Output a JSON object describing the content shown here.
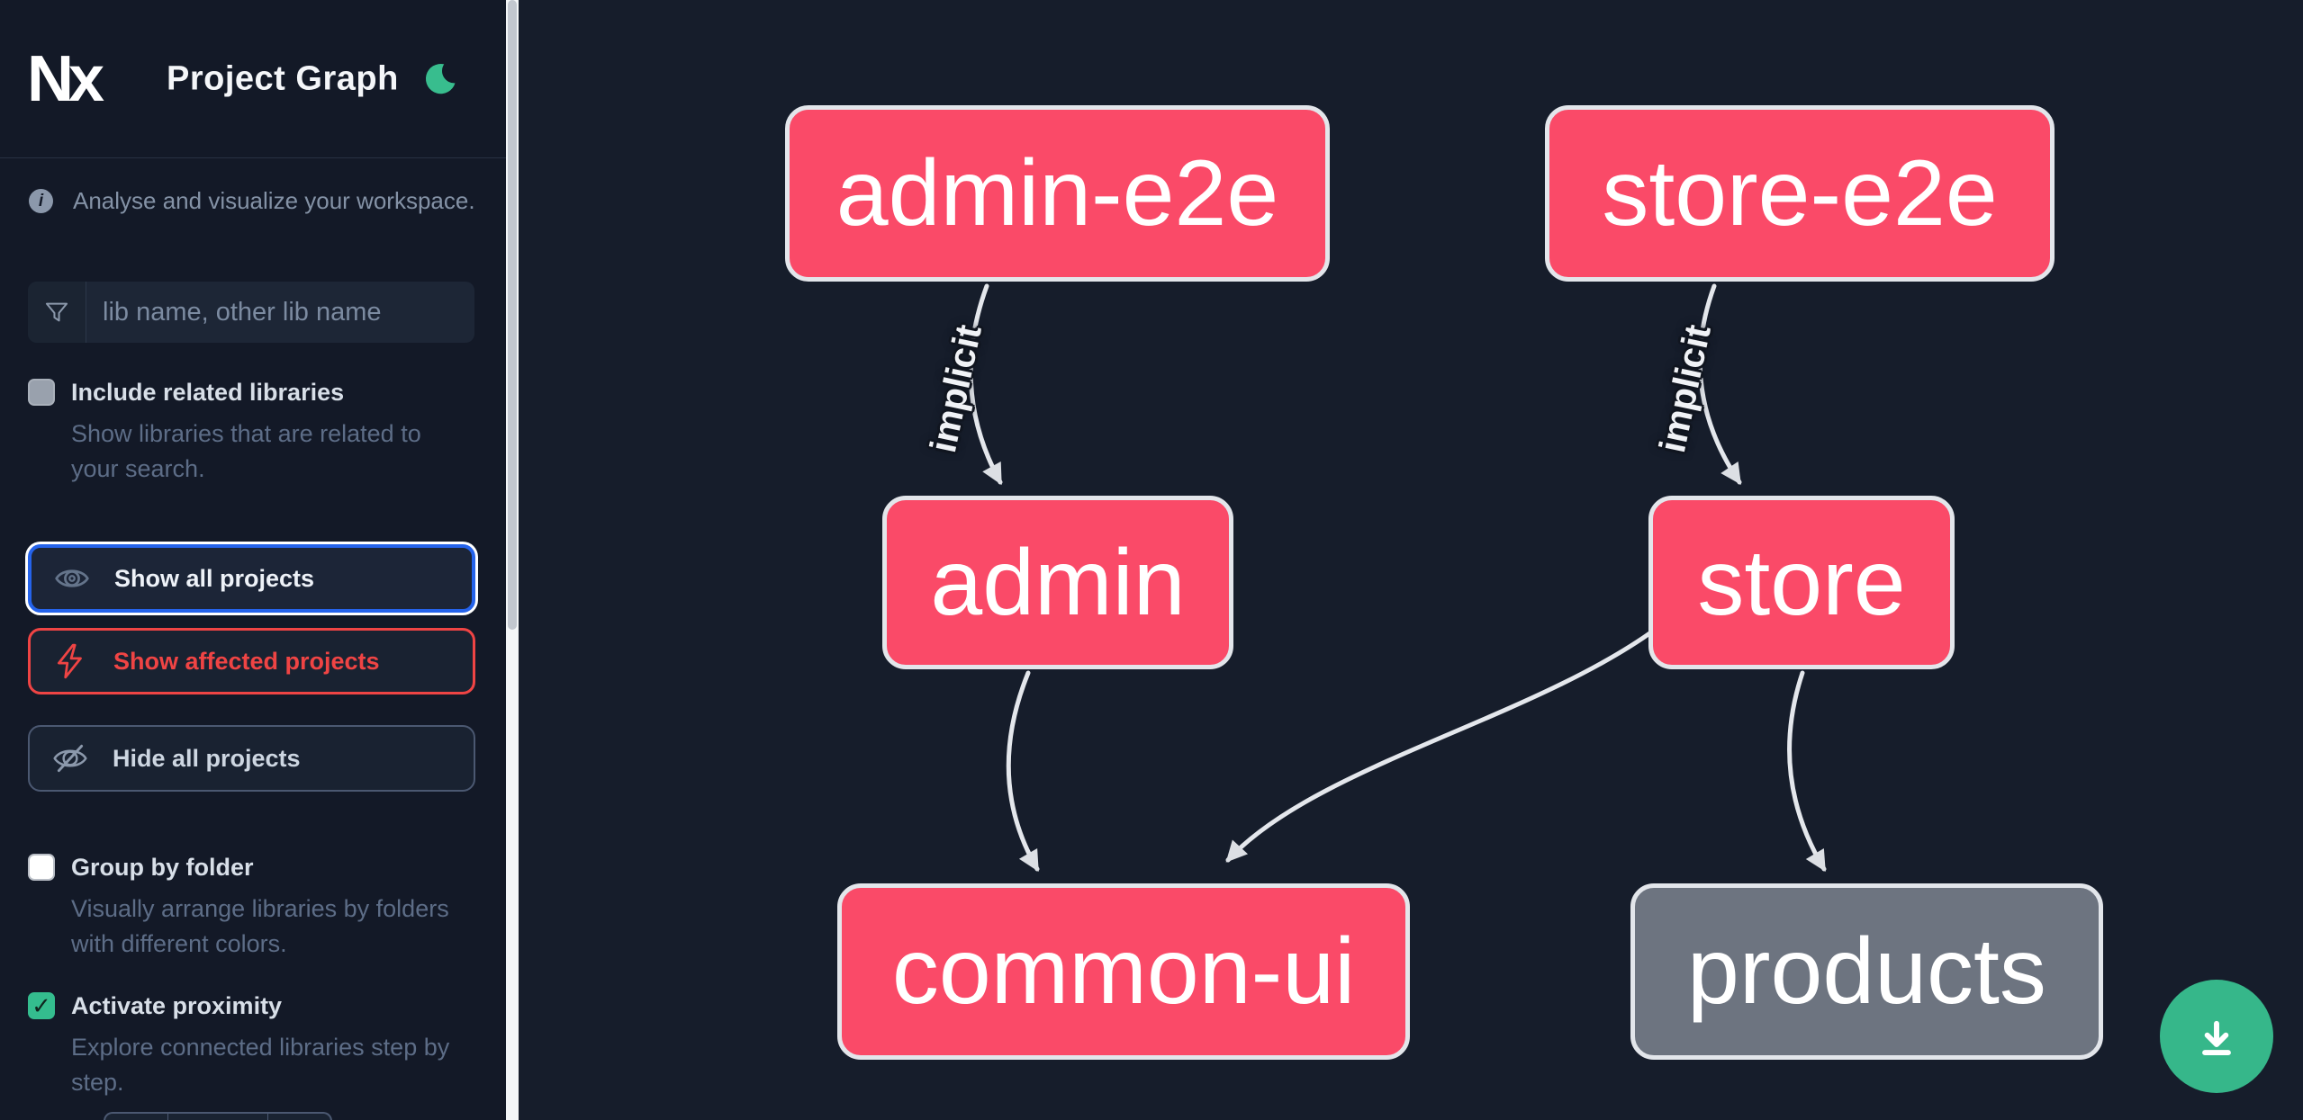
{
  "app": {
    "logo_text": "Nx",
    "title": "Project Graph",
    "theme_toggle_icon": "moon-icon"
  },
  "sidebar": {
    "info": {
      "icon": "info-icon",
      "text": "Analyse and visualize your workspace."
    },
    "filter_input": {
      "icon": "filter-icon",
      "placeholder": "lib name, other lib name",
      "value": ""
    },
    "options": [
      {
        "label": "Include related libraries",
        "description": "Show libraries that are related to your search.",
        "checked": false
      },
      {
        "label": "Group by folder",
        "description": "Visually arrange libraries by folders with different colors.",
        "checked": false
      },
      {
        "label": "Activate proximity",
        "description": "Explore connected libraries step by step.",
        "checked": true,
        "check_glyph": "✓"
      }
    ],
    "actions": [
      {
        "label": "Show all projects",
        "icon": "eye-icon",
        "state": "focused"
      },
      {
        "label": "Show affected projects",
        "icon": "lightning-icon",
        "state": "affected"
      },
      {
        "label": "Hide all projects",
        "icon": "eye-off-icon",
        "state": "muted"
      }
    ]
  },
  "graph": {
    "nodes": [
      {
        "id": "admin-e2e",
        "label": "admin-e2e",
        "kind": "highlighted"
      },
      {
        "id": "store-e2e",
        "label": "store-e2e",
        "kind": "highlighted"
      },
      {
        "id": "admin",
        "label": "admin",
        "kind": "highlighted"
      },
      {
        "id": "store",
        "label": "store",
        "kind": "highlighted"
      },
      {
        "id": "common-ui",
        "label": "common-ui",
        "kind": "highlighted"
      },
      {
        "id": "products",
        "label": "products",
        "kind": "unfocused"
      }
    ],
    "edges": [
      {
        "from": "admin-e2e",
        "to": "admin",
        "label": "implicit"
      },
      {
        "from": "store-e2e",
        "to": "store",
        "label": "implicit"
      },
      {
        "from": "admin",
        "to": "common-ui",
        "label": ""
      },
      {
        "from": "store",
        "to": "common-ui",
        "label": ""
      },
      {
        "from": "store",
        "to": "products",
        "label": ""
      }
    ]
  },
  "controls": {
    "download_icon": "download-icon"
  },
  "colors": {
    "sidebar_bg": "#131927",
    "canvas_bg": "#161d2b",
    "node_highlight": "#fa4a68",
    "node_unfocused": "#6d7480",
    "node_border": "#e3e6eb",
    "edge": "#e4e7ec",
    "accent_blue": "#2563eb",
    "accent_red": "#ef4444",
    "accent_green": "#36b78a"
  }
}
